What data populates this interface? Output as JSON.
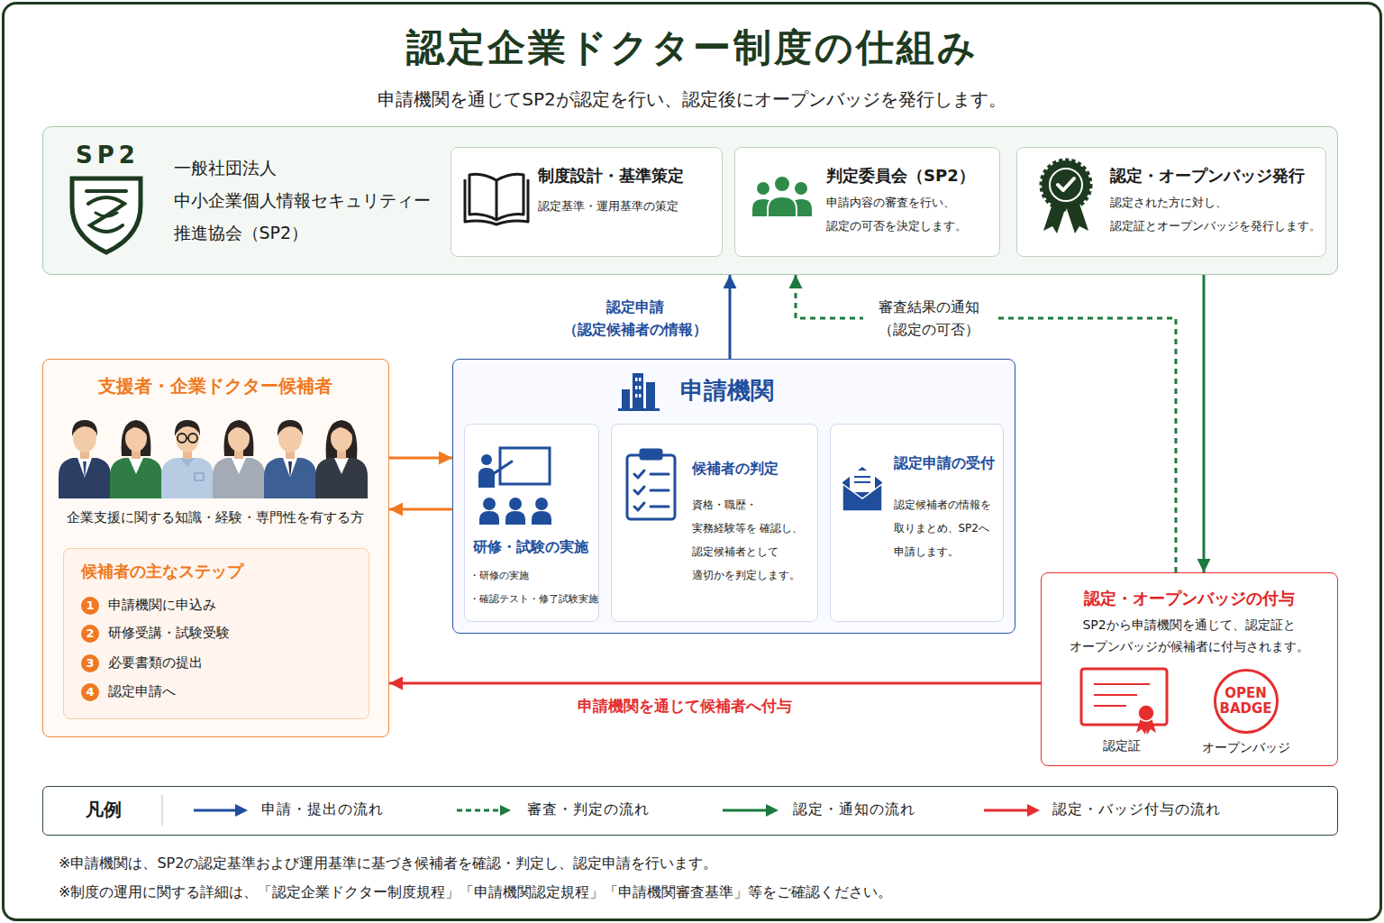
{
  "diagram": {
    "title": "認定企業ドクター制度の仕組み",
    "caption": "申請機関を通じてSP2が認定を行い、認定後にオープンバッジを発行します。",
    "nodes": [
      {
        "text": [
          "SP2",
          "一般社団法人 中小企業個人情報セキュリティー 推進協会（SP2）"
        ]
      },
      {
        "text": [
          "制度設計・基準策定",
          "認定基準・運用基準の策定"
        ],
        "in": 0
      },
      {
        "text": [
          "判定委員会（SP2）",
          "申請内容の審査を行い、 認定の可否を決定します。"
        ],
        "in": 0
      },
      {
        "text": [
          "認定・オープンバッジ発行",
          "認定された方に対し、 認定証とオープンバッジを発行します。"
        ],
        "in": 0
      },
      {
        "text": [
          "支援者・企業ドクター候補者",
          "企業支援に関する知識・経験・専門性を有する方"
        ]
      },
      {
        "text": [
          "候補者の主なステップ",
          "申請機関に申込み",
          "研修受講・試験受験",
          "必要書類の提出",
          "認定申請へ"
        ],
        "in": 4
      },
      {
        "text": [
          "申請機関"
        ]
      },
      {
        "text": [
          "研修・試験の実施",
          "・研修の実施",
          "・確認テスト・修了試験実施"
        ],
        "in": 6
      },
      {
        "text": [
          "候補者の判定",
          "資格・職歴・実務経験等を 確認し、認定候補者として 適切かを判定します。"
        ],
        "in": 6
      },
      {
        "text": [
          "認定申請の受付",
          "認定候補者の情報を 取りまとめ、SP2へ 申請します。"
        ],
        "in": 6
      },
      {
        "text": [
          "認定・オープンバッジの付与",
          "SP2から申請機関を通じて、認定証と オープンバッジが候補者に付与されます。"
        ]
      },
      {
        "text": [
          "OPEN BADGE",
          "オープンバッジ"
        ],
        "in": 10
      }
    ],
    "edges": [
      {
        "from": 4,
        "to": 6,
        "arrow": "to"
      },
      {
        "from": 6,
        "to": 4,
        "arrow": "to"
      },
      {
        "from": 6,
        "to": 0,
        "label": "認定申請 （認定候補者の情報）",
        "arrow": "to"
      },
      {
        "from": 10,
        "to": 0,
        "label": "審査結果の通知 （認定の可否）",
        "arrow": "to"
      },
      {
        "from": 0,
        "to": 10,
        "arrow": "to"
      },
      {
        "from": 10,
        "to": 4,
        "label": "申請機関を通じて候補者へ付与",
        "arrow": "to"
      }
    ],
    "labels": [
      "凡例",
      "1",
      "2",
      "3",
      "4",
      "認定証",
      "※申請機関は、SP2の認定基準および運用基準に基づき候補者を確認・判定し、認定申請を行います。",
      "※制度の運用に関する詳細は、「認定企業ドクター制度規程」「申請機関認定規程」「申請機関審査基準」等をご確認ください。"
    ],
    "legend": [
      {
        "text": "申請・提出の流れ"
      },
      {
        "text": "審査・判定の流れ"
      },
      {
        "text": "認定・通知の流れ"
      },
      {
        "text": "認定・バッジ付与の流れ"
      }
    ]
  }
}
